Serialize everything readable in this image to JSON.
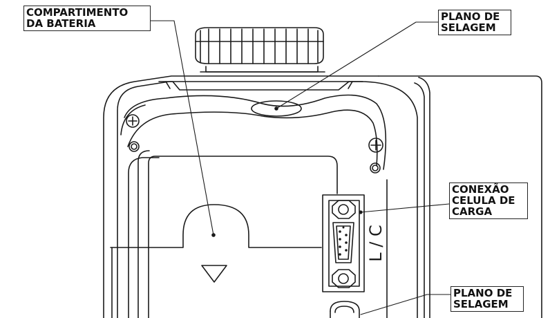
{
  "callouts": {
    "battery": {
      "lines": [
        "COMPARTIMENTO",
        "DA BATERIA"
      ]
    },
    "seal_top": {
      "lines": [
        "PLANO DE",
        "SELAGEM"
      ]
    },
    "loadcell": {
      "lines": [
        "CONEXÃO",
        "CELULA DE",
        "CARGA"
      ]
    },
    "seal_bottom": {
      "lines": [
        "PLANO DE",
        "SELAGEM"
      ]
    }
  },
  "connector_label": "L / C",
  "colors": {
    "line": "#1a1a1a",
    "paper": "#ffffff"
  }
}
